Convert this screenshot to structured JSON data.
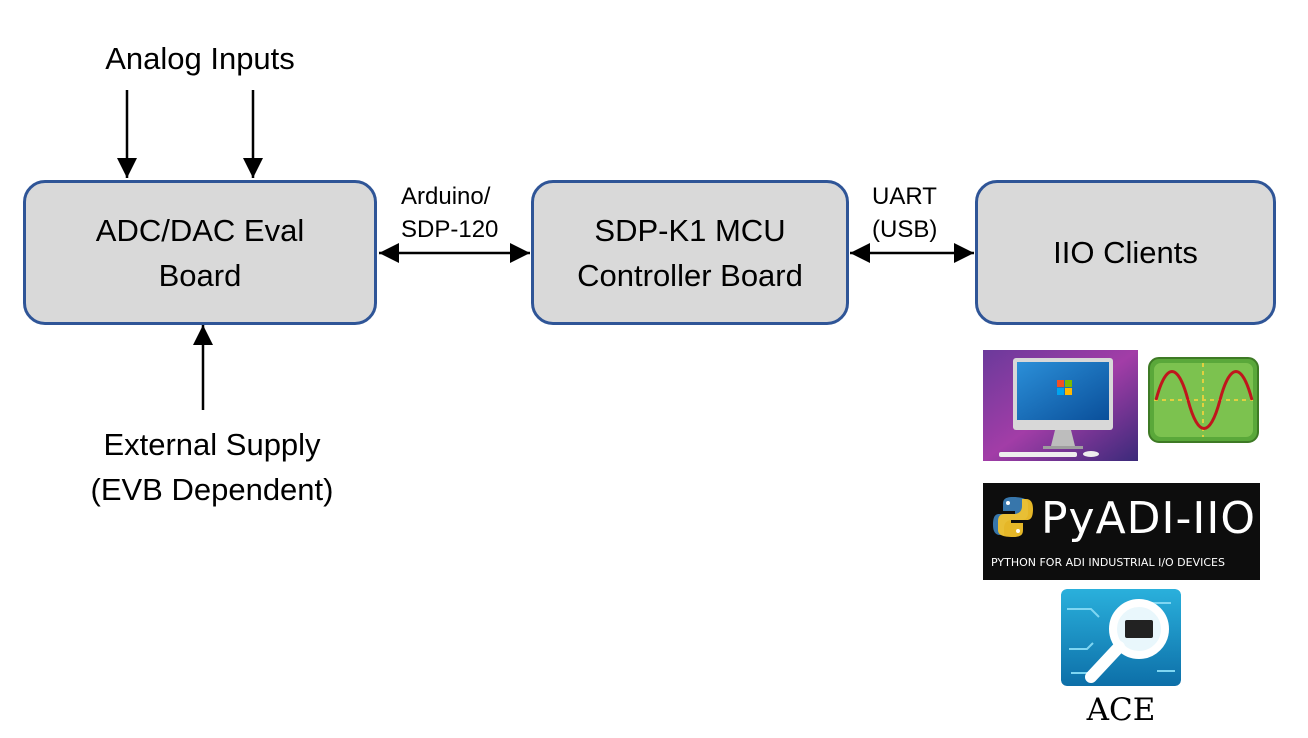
{
  "inputs": {
    "label": "Analog Inputs"
  },
  "blocks": {
    "eval_board": {
      "line1": "ADC/DAC Eval",
      "line2": "Board"
    },
    "mcu_board": {
      "line1": "SDP-K1 MCU",
      "line2": "Controller Board"
    },
    "iio_clients": {
      "label": "IIO Clients"
    }
  },
  "links": {
    "eval_to_mcu": {
      "line1": "Arduino/",
      "line2": "SDP-120"
    },
    "mcu_to_clients": {
      "line1": "UART",
      "line2": "(USB)"
    }
  },
  "supply": {
    "line1": "External Supply",
    "line2": "(EVB Dependent)"
  },
  "client_logos": {
    "pyadi": {
      "name": "PyADI-IIO",
      "tagline": "PYTHON FOR ADI INDUSTRIAL I/O DEVICES"
    },
    "ace": {
      "label": "ACE"
    },
    "icons": [
      "computer-icon",
      "oscilloscope-icon",
      "python-logo-icon",
      "ace-magnifier-icon"
    ]
  },
  "colors": {
    "block_fill": "#d9d9d9",
    "block_border": "#2f5597",
    "arrow": "#000000"
  }
}
